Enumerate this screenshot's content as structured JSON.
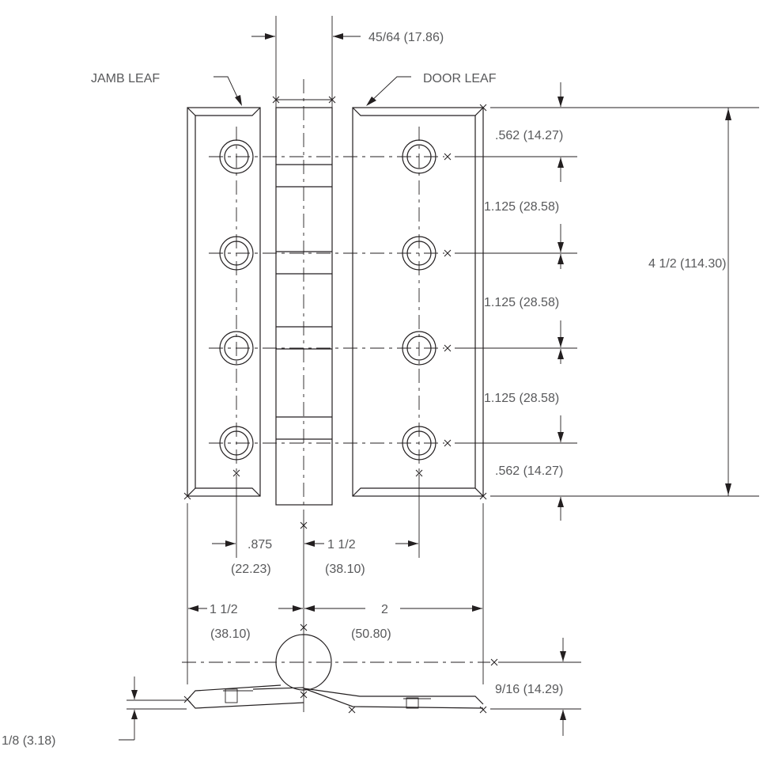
{
  "labels": {
    "jamb_leaf": "JAMB LEAF",
    "door_leaf": "DOOR LEAF"
  },
  "dimensions": {
    "knuckle_width": "45/64 (17.86)",
    "top_edge": ".562 (14.27)",
    "spacing_1": "1.125 (28.58)",
    "spacing_2": "1.125 (28.58)",
    "spacing_3": "1.125 (28.58)",
    "bottom_edge": ".562 (14.27)",
    "overall_height": "4 1/2 (114.30)",
    "hole_offset_a": ".875",
    "hole_offset_a_mm": "(22.23)",
    "hole_offset_b": "1 1/2",
    "hole_offset_b_mm": "(38.10)",
    "jamb_width": "1 1/2",
    "jamb_width_mm": "(38.10)",
    "door_width": "2",
    "door_width_mm": "(50.80)",
    "closed_thickness": "9/16 (14.29)",
    "leaf_thickness": "1/8 (3.18)"
  }
}
